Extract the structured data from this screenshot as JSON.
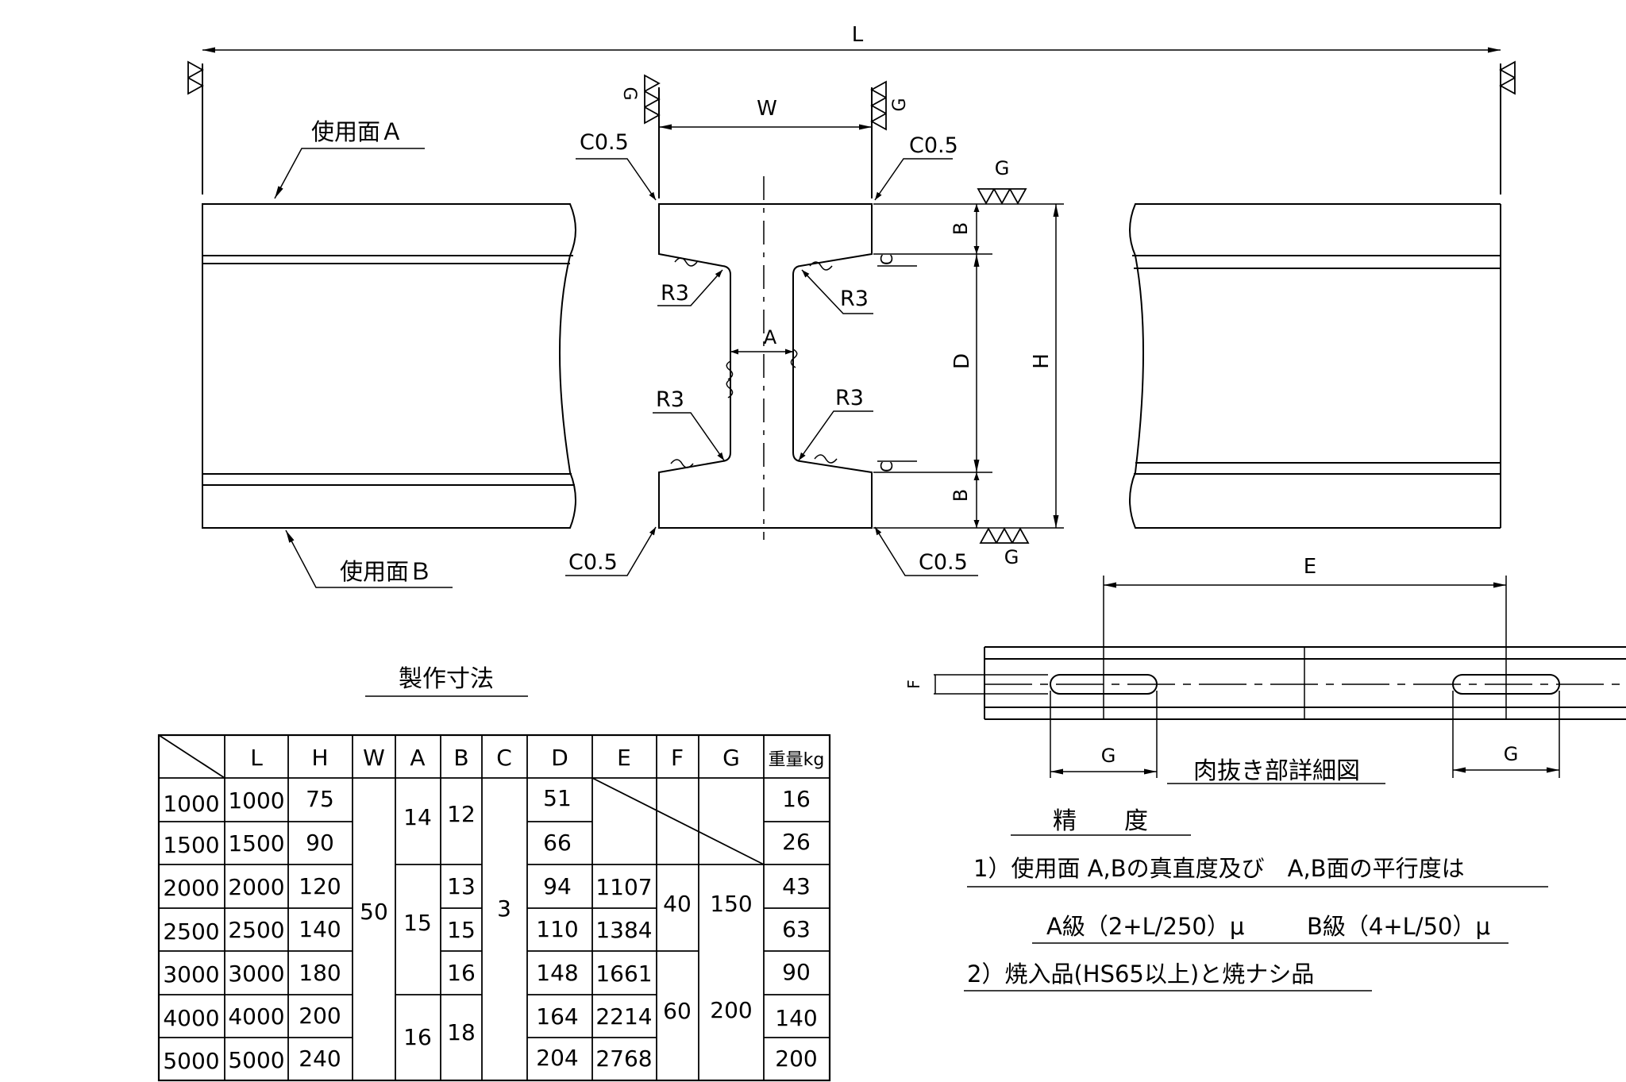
{
  "labels": {
    "L": "L",
    "W": "W",
    "A": "A",
    "B": "B",
    "C": "C",
    "D": "D",
    "H": "H",
    "E": "E",
    "F": "F",
    "G": "G",
    "R3": "R3",
    "C05": "C0.5",
    "surface_a": "使用面Ａ",
    "surface_b": "使用面Ｂ"
  },
  "table": {
    "title": "製作寸法",
    "headers": [
      "L",
      "H",
      "W",
      "A",
      "B",
      "C",
      "D",
      "E",
      "F",
      "G",
      "重量kg"
    ],
    "rows": [
      {
        "id": "1000",
        "L": "1000",
        "H": "75",
        "D": "51",
        "wt": "16"
      },
      {
        "id": "1500",
        "L": "1500",
        "H": "90",
        "D": "66",
        "wt": "26"
      },
      {
        "id": "2000",
        "L": "2000",
        "H": "120",
        "D": "94",
        "E": "1107",
        "wt": "43"
      },
      {
        "id": "2500",
        "L": "2500",
        "H": "140",
        "D": "110",
        "E": "1384",
        "wt": "63"
      },
      {
        "id": "3000",
        "L": "3000",
        "H": "180",
        "D": "148",
        "E": "1661",
        "wt": "90"
      },
      {
        "id": "4000",
        "L": "4000",
        "H": "200",
        "D": "164",
        "E": "2214",
        "wt": "140"
      },
      {
        "id": "5000",
        "L": "5000",
        "H": "240",
        "D": "204",
        "E": "2768",
        "wt": "200"
      }
    ],
    "merged": {
      "W": "50",
      "C": "3",
      "A": [
        "14",
        "15",
        "16"
      ],
      "B": [
        "12",
        "13",
        "15",
        "16",
        "18"
      ],
      "F": [
        "40",
        "60"
      ],
      "G": [
        "150",
        "200"
      ]
    }
  },
  "detail": {
    "title": "肉抜き部詳細図"
  },
  "precision": {
    "title": "精　　度",
    "line1": "1）使用面 A,Bの真直度及び　A,B面の平行度は",
    "line2a": "A級（2+L/250）μ",
    "line2b": "B級（4+L/50）μ",
    "line3": "2）焼入品(HS65以上)と焼ナシ品"
  }
}
